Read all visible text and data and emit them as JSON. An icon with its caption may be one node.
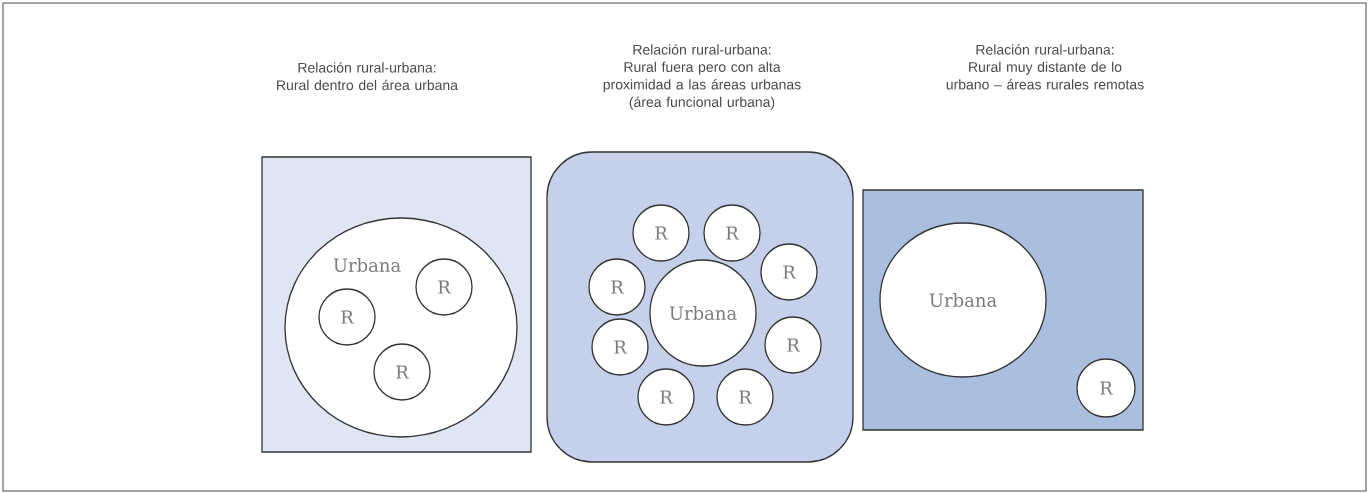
{
  "diagram": {
    "nodes": [
      {
        "text": [],
        "shape": "box"
      },
      {
        "text": [
          "Urbana"
        ],
        "in": 0
      },
      {
        "text": [
          "R"
        ],
        "in": 1
      },
      {
        "text": [
          "R"
        ],
        "in": 1
      },
      {
        "text": [
          "R"
        ],
        "in": 1
      },
      {
        "text": [],
        "shape": "box"
      },
      {
        "text": [
          "R"
        ],
        "in": 5
      },
      {
        "text": [
          "R"
        ],
        "in": 5
      },
      {
        "text": [
          "R"
        ],
        "in": 5
      },
      {
        "text": [
          "R"
        ],
        "in": 5
      },
      {
        "text": [
          "Urbana"
        ],
        "in": 5
      },
      {
        "text": [
          "R"
        ],
        "in": 5
      },
      {
        "text": [
          "R"
        ],
        "in": 5
      },
      {
        "text": [
          "R"
        ],
        "in": 5
      },
      {
        "text": [
          "R"
        ],
        "in": 5
      },
      {
        "text": [],
        "shape": "box"
      },
      {
        "text": [
          "Urbana"
        ],
        "in": 15
      },
      {
        "text": [
          "R"
        ],
        "in": 15
      }
    ],
    "labels": [
      "Relación rural-urbana:",
      "Rural dentro del área urbana",
      "Relación rural-urbana:",
      "Rural fuera pero con alta proximidad a las áreas urbanas (área funcional urbana)",
      "Relación rural-urbana:",
      "Rural muy distante de lo urbano – áreas rurales remotas"
    ]
  }
}
